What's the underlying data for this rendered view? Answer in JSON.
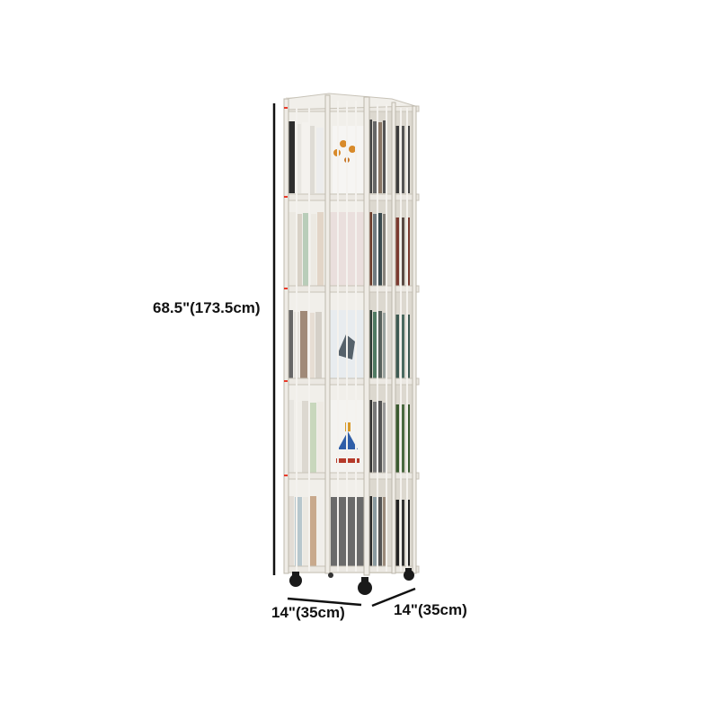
{
  "product": {
    "name": "rotating-bookshelf-tower",
    "tiers": 5,
    "frame_color": "#e9e6df",
    "caster_count": 4
  },
  "dimensions": {
    "height": "68.5\"(173.5cm)",
    "width": "14\"(35cm)",
    "depth": "14\"(35cm)"
  },
  "colors": {
    "frame": "#e9e6df",
    "frame_shadow": "#b9b5ab",
    "line": "#111111",
    "caster": "#1a1a1a",
    "accent_marker": "#e83a2a"
  }
}
